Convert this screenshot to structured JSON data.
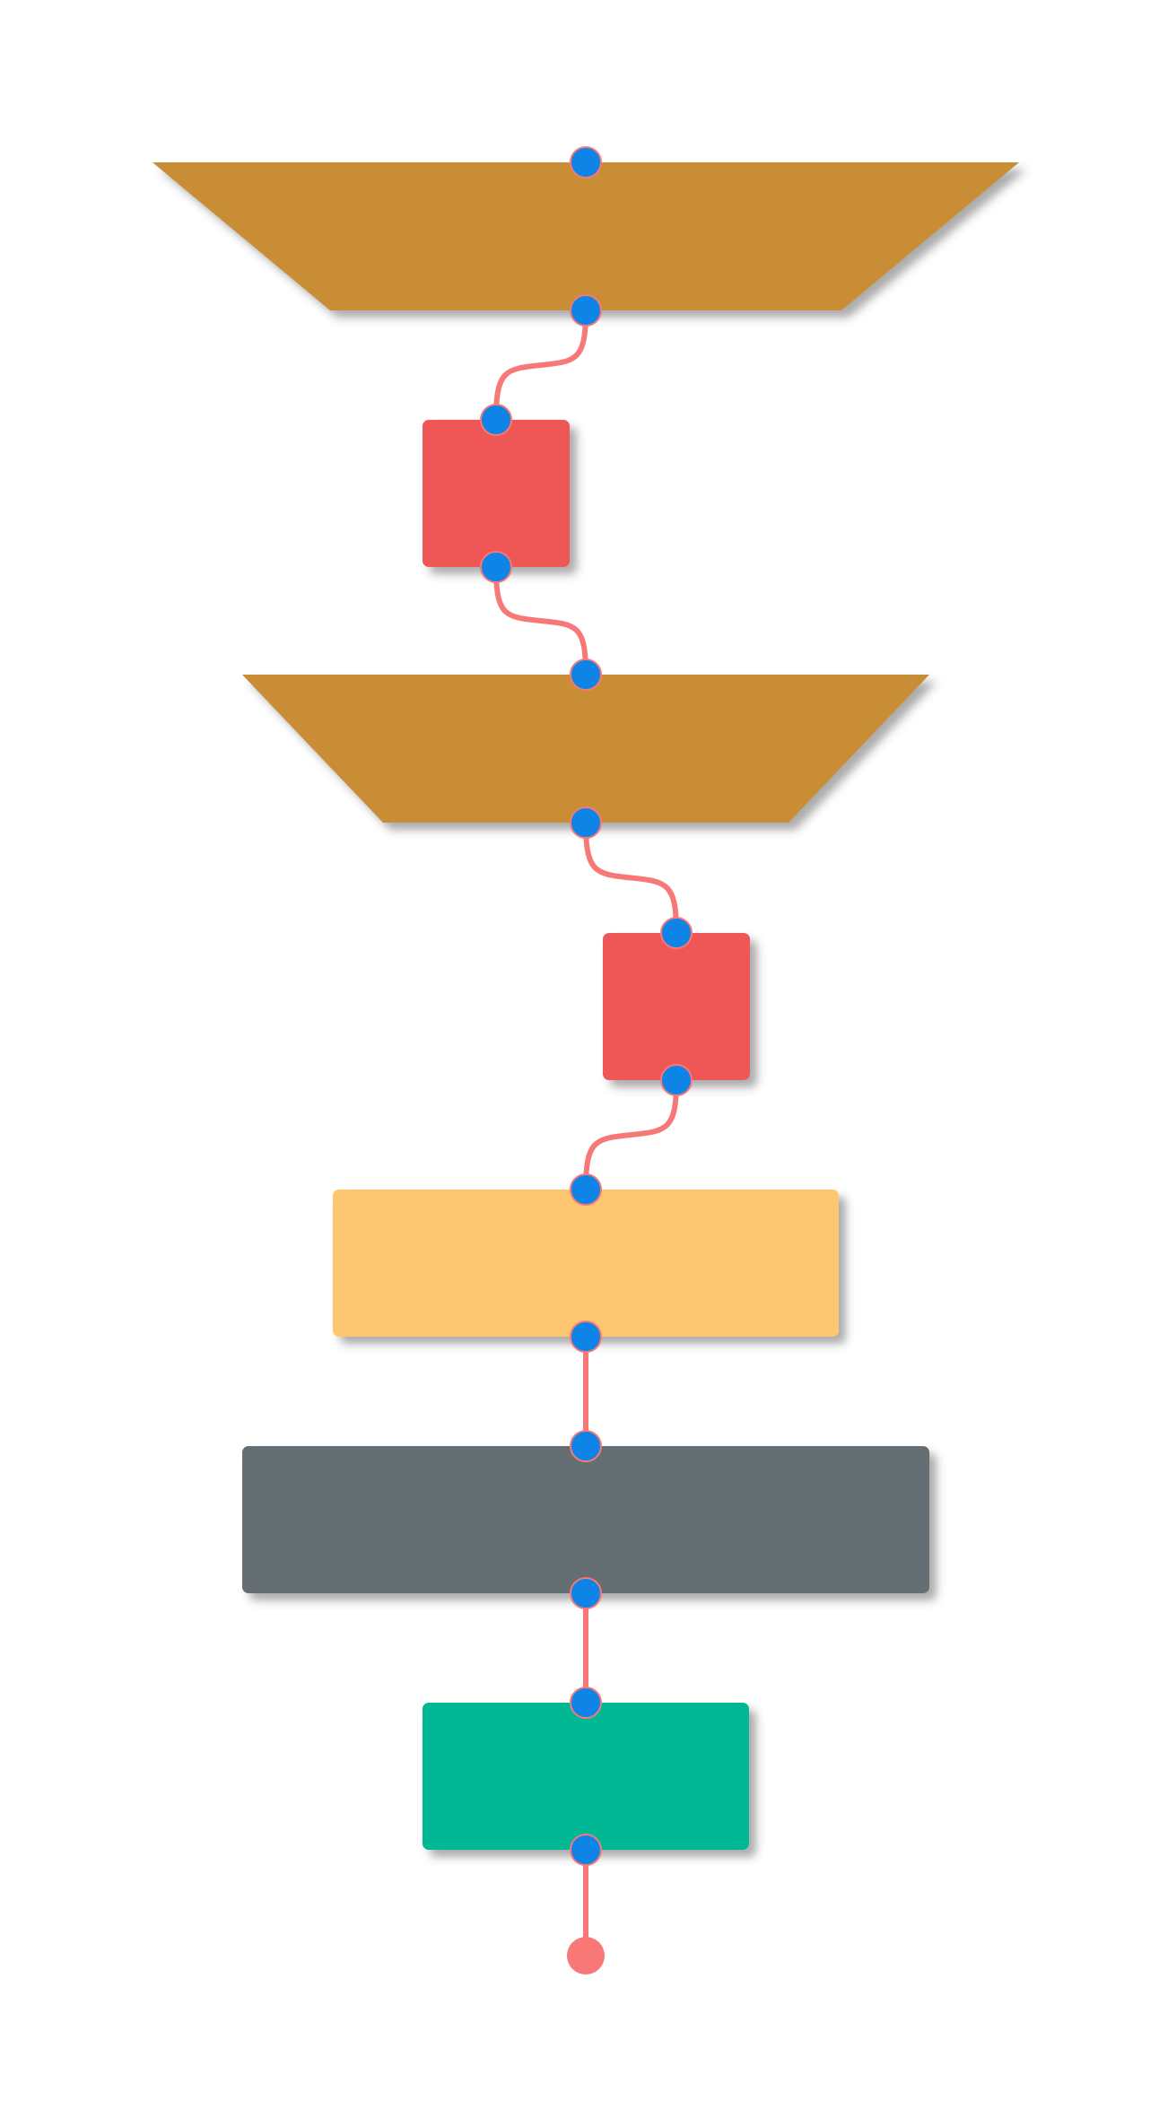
{
  "colors": {
    "background": "#ffffff",
    "connector": "#f87878",
    "port": "#0d84e6",
    "port_stroke": "#f87878",
    "terminal": "#f87878",
    "shadow": "rgba(70,70,70,0.45)"
  },
  "diagram": {
    "direction": "top-to-bottom",
    "nodes": [
      {
        "id": "n1",
        "shape": "trapezoid",
        "color": "#c98d35"
      },
      {
        "id": "n2",
        "shape": "rounded-square",
        "color": "#ef5656"
      },
      {
        "id": "n3",
        "shape": "trapezoid",
        "color": "#c98d35"
      },
      {
        "id": "n4",
        "shape": "rounded-square",
        "color": "#ef5656"
      },
      {
        "id": "n5",
        "shape": "rounded-rect",
        "color": "#fcc76f"
      },
      {
        "id": "n6",
        "shape": "rounded-rect",
        "color": "#656e72"
      },
      {
        "id": "n7",
        "shape": "rounded-rect",
        "color": "#00b894"
      }
    ],
    "edges": [
      {
        "from": "n1",
        "to": "n2",
        "style": "curved"
      },
      {
        "from": "n2",
        "to": "n3",
        "style": "curved"
      },
      {
        "from": "n3",
        "to": "n4",
        "style": "curved"
      },
      {
        "from": "n4",
        "to": "n5",
        "style": "curved"
      },
      {
        "from": "n5",
        "to": "n6",
        "style": "straight"
      },
      {
        "from": "n6",
        "to": "n7",
        "style": "straight"
      },
      {
        "from": "n7",
        "to": "end",
        "style": "straight"
      }
    ],
    "terminal": {
      "id": "end",
      "shape": "circle"
    }
  }
}
